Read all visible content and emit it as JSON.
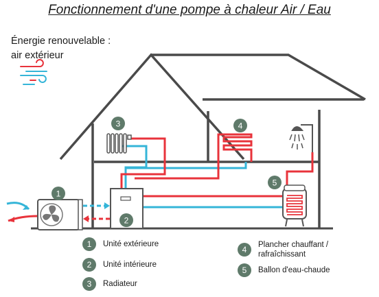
{
  "title": "Fonctionnement d'une pompe à chaleur Air / Eau",
  "energy": {
    "line1": "Énergie renouvelable :",
    "line2": "air extérieur"
  },
  "colors": {
    "hot": "#e8333b",
    "cold": "#35b5d8",
    "outline": "#444444",
    "badge": "#5f7a6a"
  },
  "icons": [
    "wind-icon",
    "fan-icon",
    "radiator-icon",
    "shower-icon",
    "hot-water-tank-icon"
  ],
  "badges": [
    "1",
    "2",
    "3",
    "4",
    "5"
  ],
  "legend": [
    {
      "num": "1",
      "label": "Unité extérieure"
    },
    {
      "num": "2",
      "label": "Unité intérieure"
    },
    {
      "num": "3",
      "label": "Radiateur"
    },
    {
      "num": "4",
      "label": "Plancher chauffant /",
      "label2": "rafraîchissant"
    },
    {
      "num": "5",
      "label": "Ballon d'eau-chaude"
    }
  ]
}
